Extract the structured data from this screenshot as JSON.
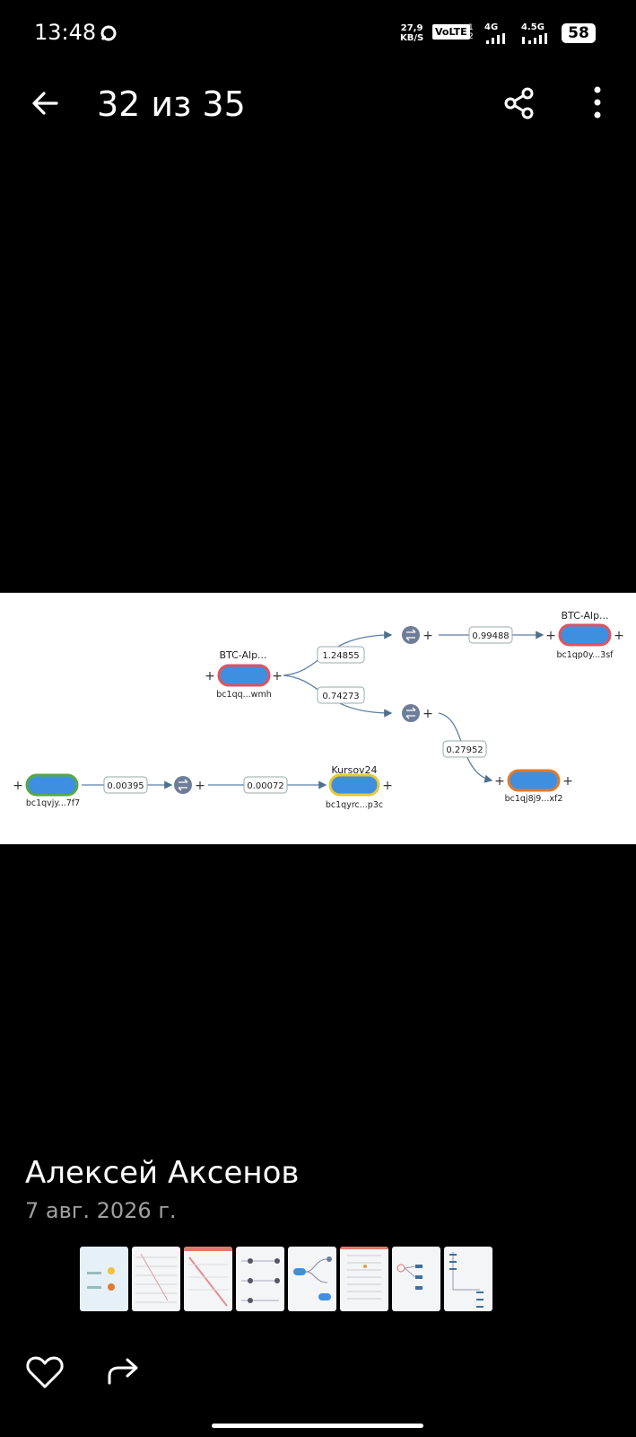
{
  "status_bar": {
    "time": "13:48",
    "speed_top": "27,9",
    "speed_bottom": "KB/S",
    "volte": "VoLTE",
    "sim1": "1",
    "sim2": "2",
    "net1": "4G",
    "net2": "4.5G",
    "battery": "58"
  },
  "header": {
    "title": "32 из 35",
    "icons": [
      "back-arrow-icon",
      "share-icon",
      "more-icon"
    ]
  },
  "graph": {
    "nodes": [
      {
        "label": "BTC-Alp...",
        "address": "bc1qq...wmh",
        "color": "#e0535f"
      },
      {
        "label": "BTC-Alp...",
        "address": "bc1qp0y...3sf",
        "color": "#e0535f"
      },
      {
        "label": "",
        "address": "bc1qj8j9...xf2",
        "color": "#e07a2e"
      },
      {
        "label": "",
        "address": "bc1qvjy...7f7",
        "color": "#56a845"
      },
      {
        "label": "Kursov24",
        "address": "bc1qyrc...p3c",
        "color": "#e5c83a"
      }
    ],
    "edges": [
      "1.24855",
      "0.74273",
      "0.99488",
      "0.27952",
      "0.00395",
      "0.00072"
    ],
    "node_fill": "#3f8fe0"
  },
  "footer": {
    "author": "Алексей Аксенов",
    "date": "7 авг. 2026 г.",
    "thumbnails_count": 8,
    "actions": [
      "heart-icon",
      "forward-icon"
    ]
  }
}
